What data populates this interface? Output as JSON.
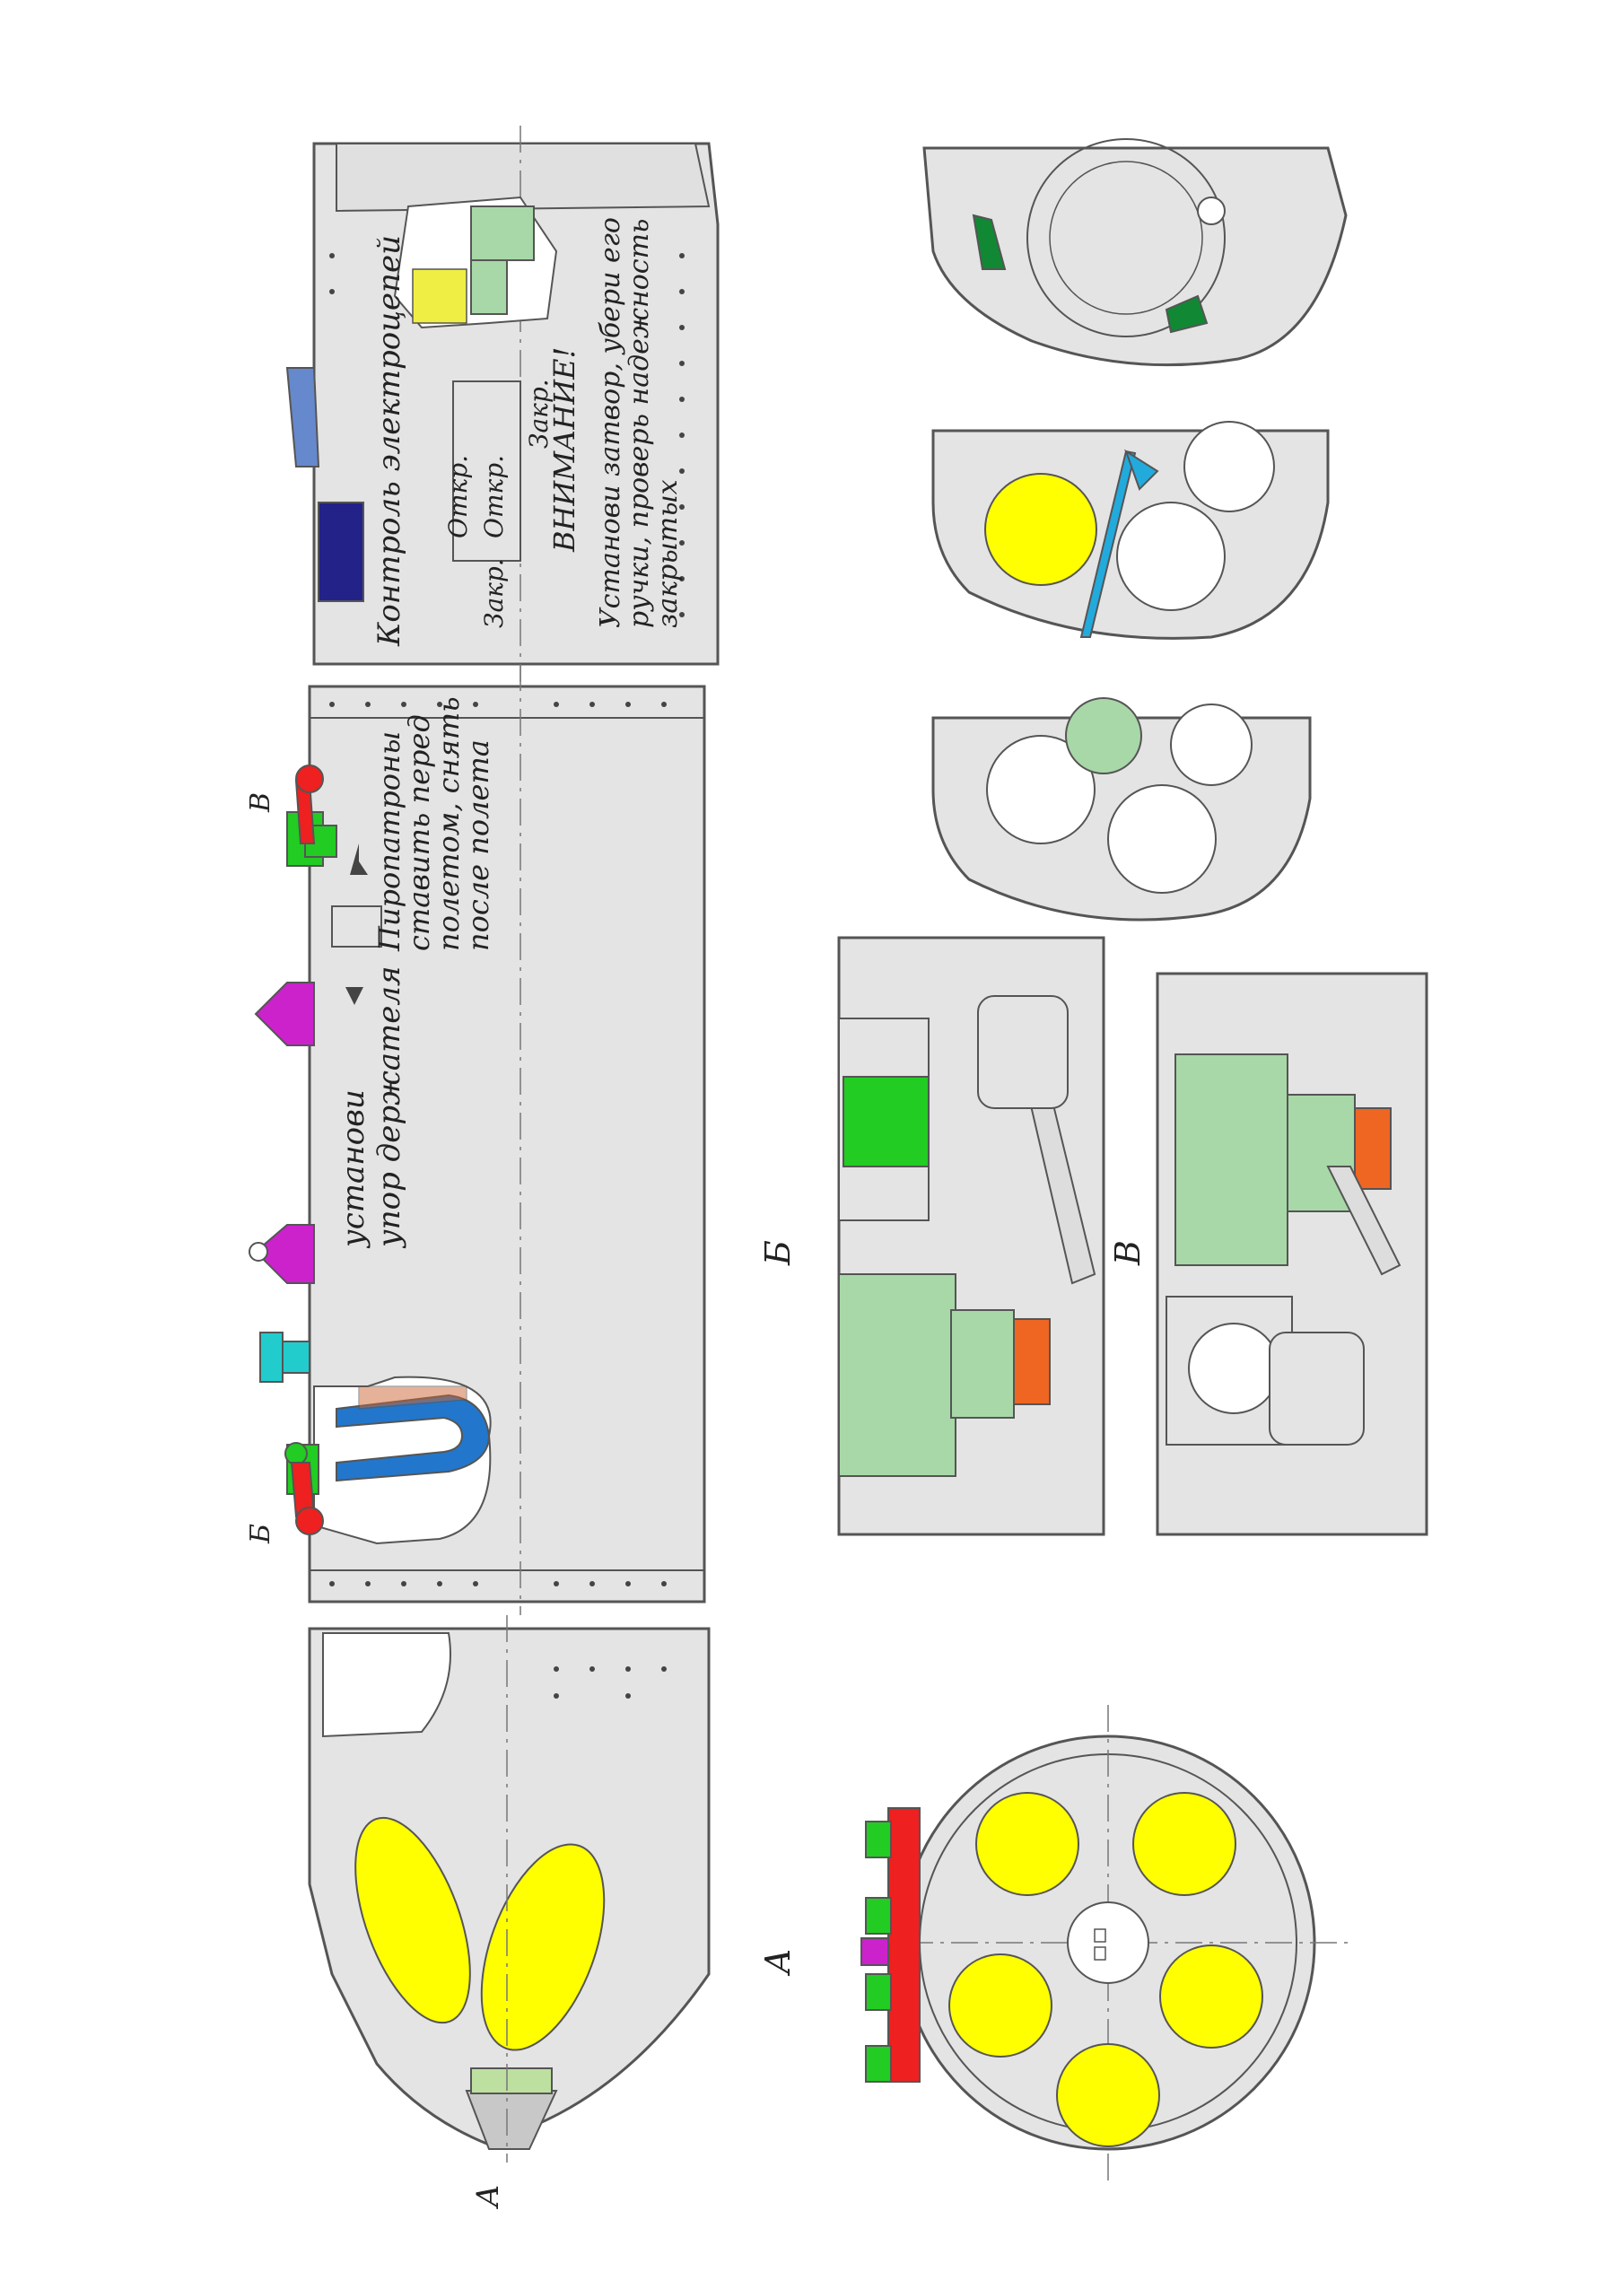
{
  "colors": {
    "paper": "#ffffff",
    "body": "#e4e4e4",
    "outline": "#555555",
    "cartridge": "#ffff00",
    "hook_red": "#ee2020",
    "bracket_green": "#22cc22",
    "mount_magenta": "#cc22cc",
    "connector_cyan": "#22cccc",
    "channel_blue": "#2277cc",
    "latch_blue": "#6688cc",
    "panel_navy": "#222288",
    "pale_green": "#a8d8a8",
    "plug_orange": "#ee6622",
    "dark_green": "#118833",
    "mesh_yellow": "#eeee44"
  },
  "labels": {
    "view_a_arrow": "А",
    "view_b_arrow": "Б",
    "view_v_arrow": "В",
    "view_a_title": "А",
    "view_b_title": "Б",
    "view_v_title": "В",
    "holder_note_1": "установи",
    "holder_note_2": "упор держателя",
    "pyro_note_1": "Пиропатроны",
    "pyro_note_2": "ставить перед",
    "pyro_note_3": "полетом, снять",
    "pyro_note_4": "после полета",
    "circuit_control": "Контроль электроцепей",
    "open_1": "Откр.",
    "open_2": "Откр.",
    "closed_1": "Закр.",
    "closed_2": "Закр.",
    "attention": "ВНИМАНИЕ!",
    "warn_1": "Установи затвор, убери его",
    "warn_2": "ручки, проверь надежность",
    "warn_3": "закрытых"
  }
}
